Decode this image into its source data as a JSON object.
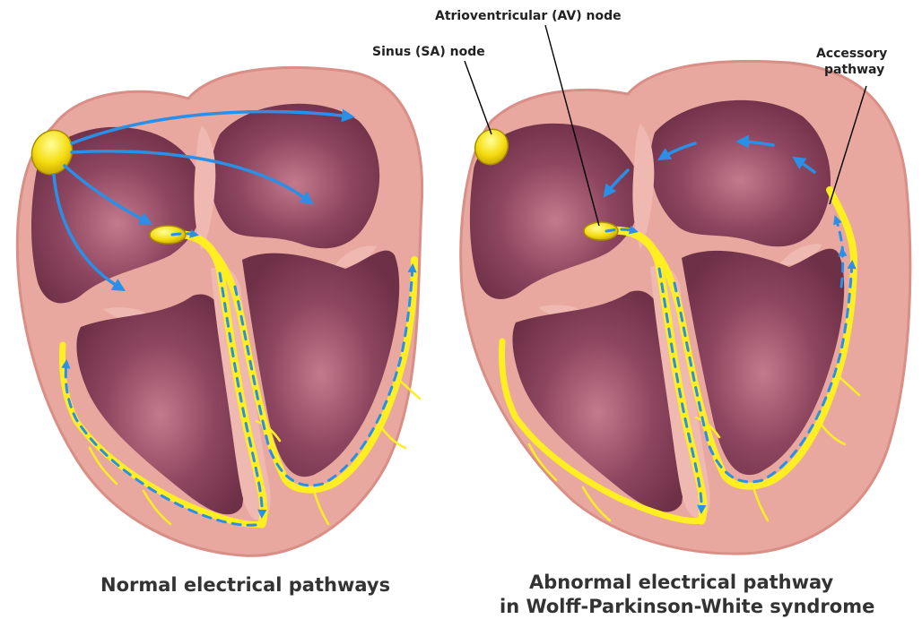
{
  "labels": {
    "av_node": "Atrioventricular (AV) node",
    "sa_node": "Sinus (SA) node",
    "accessory_line1": "Accessory",
    "accessory_line2": "pathway"
  },
  "captions": {
    "normal": "Normal electrical pathways",
    "abnormal_line1": "Abnormal electrical pathway",
    "abnormal_line2": "in Wolff-Parkinson-White syndrome"
  },
  "colors": {
    "tissue": "#e8a8a0",
    "tissue_edge": "#d98e86",
    "chamber": "#7e3a52",
    "chamber_light": "#b8687e",
    "septum": "#efb8b0",
    "conduction": "#ffee22",
    "node": "#f2d400",
    "signal_arrow": "#2a8fe6",
    "leader_line": "#000000"
  }
}
